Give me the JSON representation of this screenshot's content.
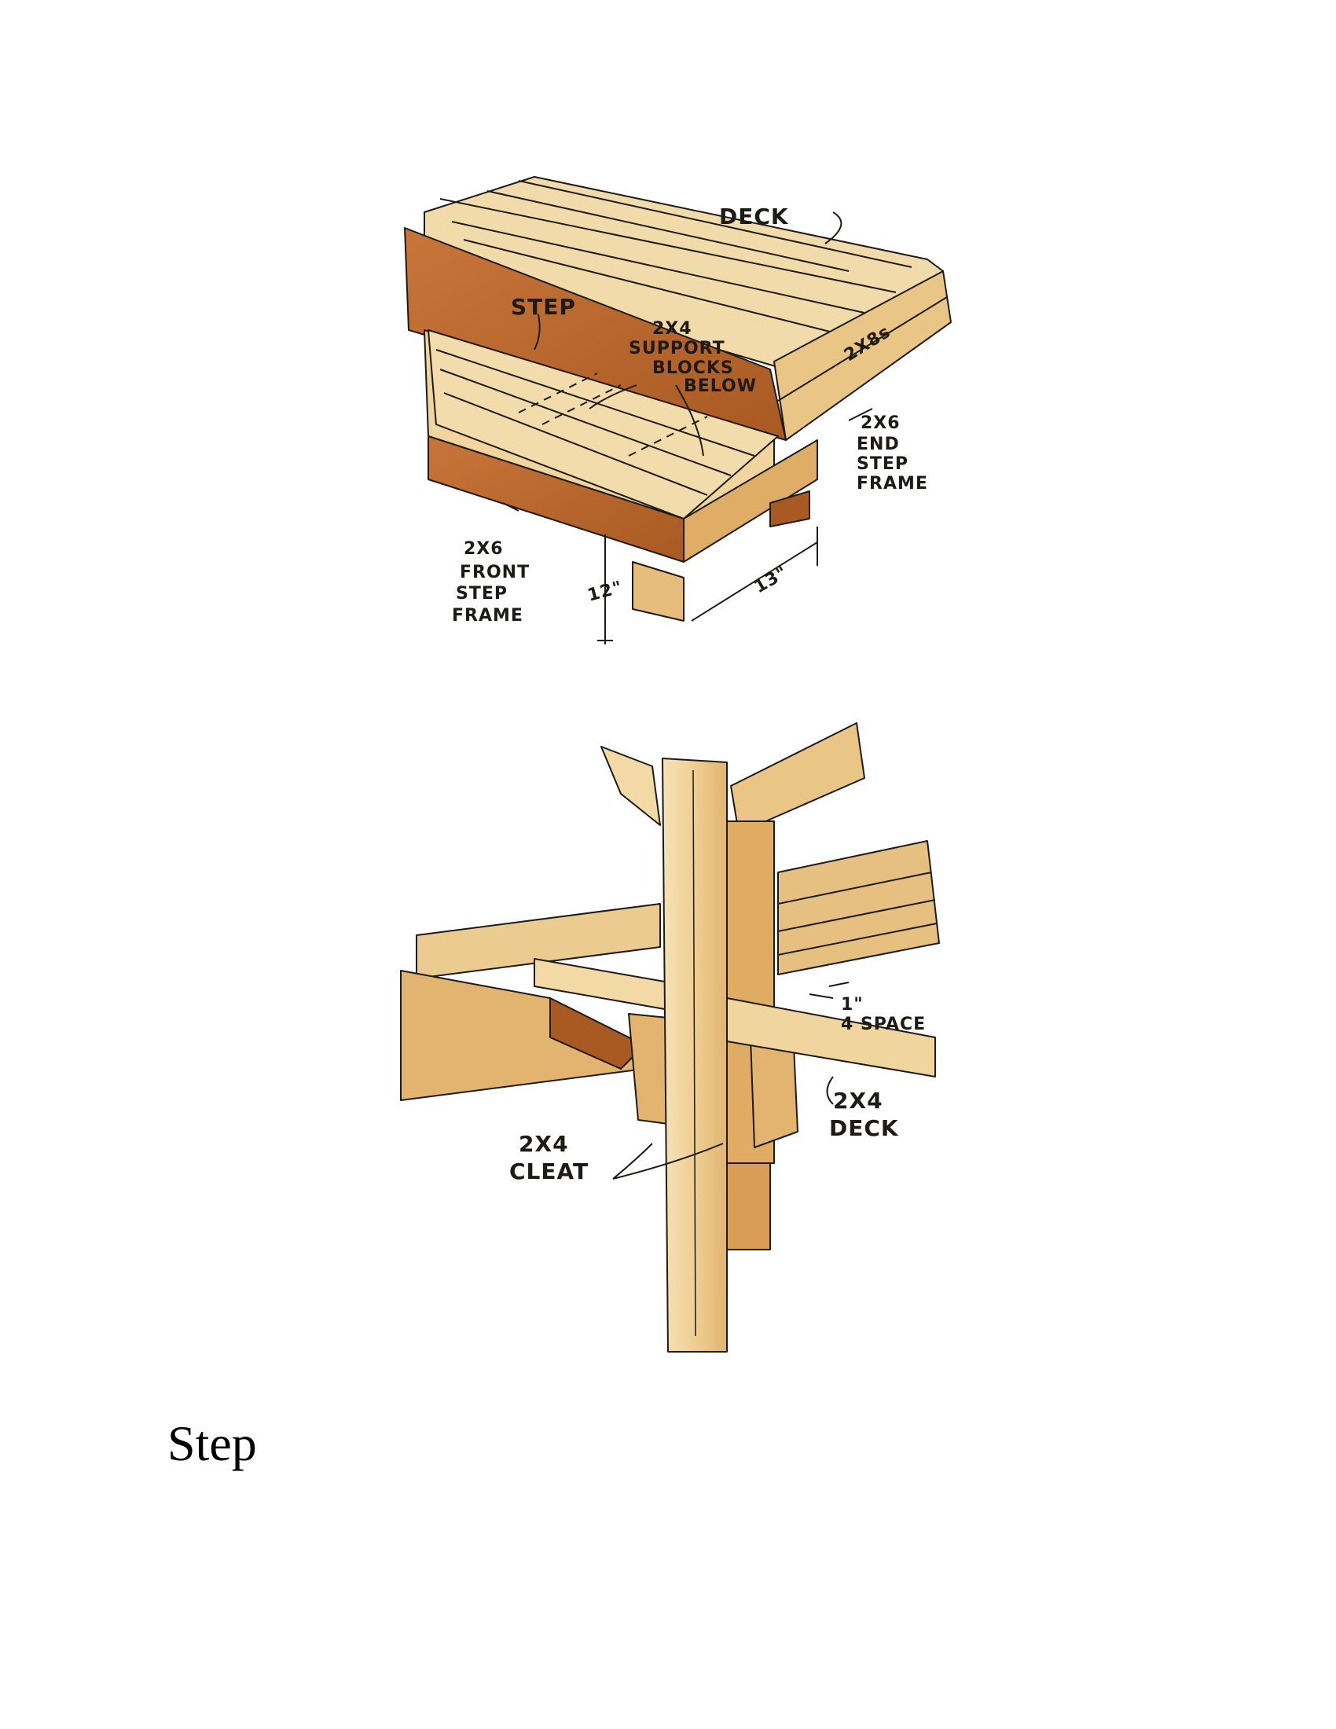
{
  "illustration_top": {
    "labels": {
      "deck": "DECK",
      "step": "STEP",
      "support_blocks": [
        "2X4",
        "SUPPORT",
        "BLOCKS",
        "BELOW"
      ],
      "joists": "2X8s",
      "end_step_frame": [
        "2X6",
        "END",
        "STEP",
        "FRAME"
      ],
      "front_step_frame": [
        "2X6",
        "FRONT",
        "STEP",
        "FRAME"
      ],
      "dim_height": "12\"",
      "dim_depth": "13\""
    }
  },
  "illustration_bottom": {
    "labels": {
      "space": [
        "1\"",
        "4 SPACE"
      ],
      "deck": [
        "2X4",
        "DECK"
      ],
      "cleat": [
        "2X4",
        "CLEAT"
      ]
    }
  },
  "caption": "Step",
  "colors": {
    "wood_light": "#f3dcab",
    "wood_mid": "#e2b470",
    "wood_dark": "#bc6a2c",
    "ink": "#1e1a16"
  }
}
